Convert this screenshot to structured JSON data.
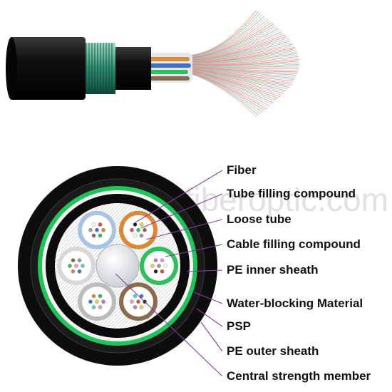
{
  "watermark": "zhfiberoptic.com",
  "colors": {
    "background": "#ffffff",
    "outer_sheath": "#0d0d0d",
    "water_blocking_ring": "#22c35b",
    "leader_line": "#8a3f98",
    "label_text": "#111111"
  },
  "labels": [
    "Fiber",
    "Tube filling compound",
    "Loose tube",
    "Cable filling compound",
    "PE inner sheath",
    "Water-blocking Material",
    "PSP",
    "PE outer sheath",
    "Central strength member"
  ],
  "tubes": [
    {
      "ring": "#a9c4e3",
      "fill": "#ffffff"
    },
    {
      "ring": "#d98a36",
      "fill": "#ffffff"
    },
    {
      "ring": "#2fbf5d",
      "fill": "#ffffff"
    },
    {
      "ring": "#8a6b4f",
      "fill": "#ffffff"
    },
    {
      "ring": "#bcbcbc",
      "fill": "#ffffff"
    },
    {
      "ring": "#d8d8d8",
      "fill": "#ffffff"
    }
  ]
}
